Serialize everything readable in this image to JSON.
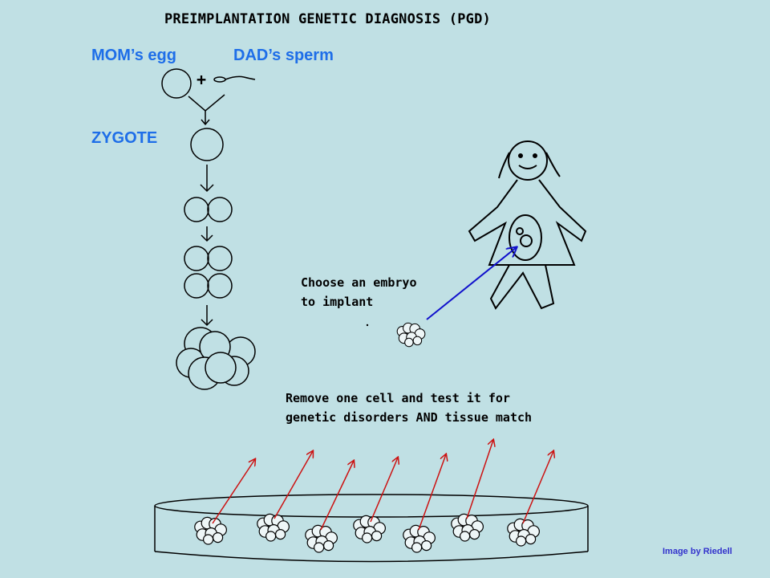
{
  "title": "PREIMPLANTATION GENETIC DIAGNOSIS (PGD)",
  "labels": {
    "mom": "MOM’s egg",
    "dad": "DAD’s sperm",
    "zygote": "ZYGOTE"
  },
  "notes": {
    "choose_line1": "Choose an embryo",
    "choose_line2": "to implant",
    "remove_line1": "Remove one cell and test it for",
    "remove_line2": "genetic disorders AND tissue match"
  },
  "plus": "+",
  "credit": "Image by Riedell",
  "colors": {
    "background": "#c0e0e4",
    "label_blue": "#1e6ee8",
    "arrow_red": "#cc1111",
    "arrow_blue": "#1111cc",
    "credit": "#3333cc"
  }
}
